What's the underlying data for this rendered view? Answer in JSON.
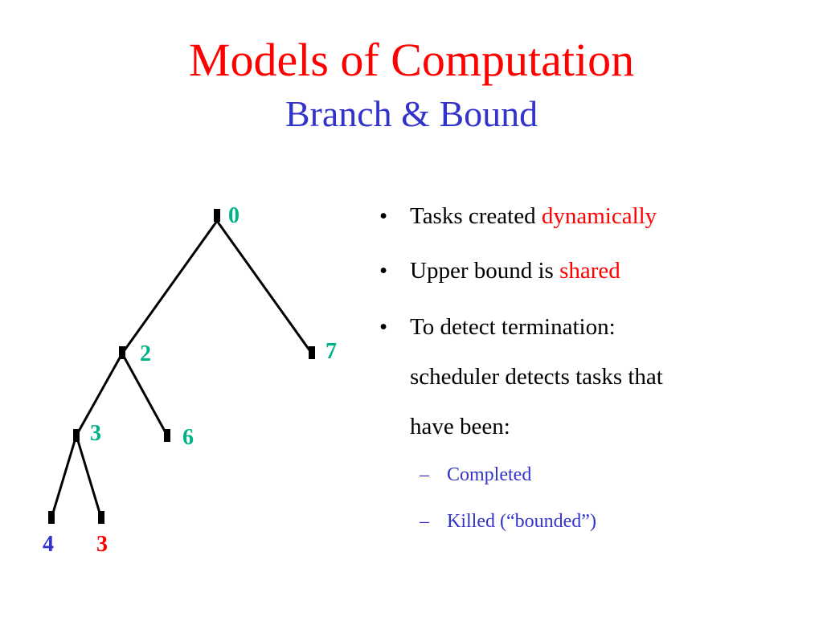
{
  "slide": {
    "title": "Models of Computation",
    "subtitle": "Branch & Bound"
  },
  "tree": {
    "nodes": [
      {
        "id": "n0",
        "label": "0",
        "color": "#00b386"
      },
      {
        "id": "n2",
        "label": "2",
        "color": "#00b386"
      },
      {
        "id": "n7",
        "label": "7",
        "color": "#00b386"
      },
      {
        "id": "n3",
        "label": "3",
        "color": "#00b386"
      },
      {
        "id": "n6",
        "label": "6",
        "color": "#00b386"
      },
      {
        "id": "n4",
        "label": "4",
        "color": "#3333cc"
      },
      {
        "id": "n3b",
        "label": "3",
        "color": "#ff0000"
      }
    ],
    "edges": [
      [
        "n0",
        "n2"
      ],
      [
        "n0",
        "n7"
      ],
      [
        "n2",
        "n3"
      ],
      [
        "n2",
        "n6"
      ],
      [
        "n3",
        "n4"
      ],
      [
        "n3",
        "n3b"
      ]
    ]
  },
  "bullets": [
    {
      "marker": "•",
      "text": "Tasks created ",
      "highlight": "dynamically"
    },
    {
      "marker": "•",
      "text": "Upper bound is ",
      "highlight": "shared"
    },
    {
      "marker": "•",
      "line1": "To detect termination:",
      "line2": "scheduler detects tasks that",
      "line3": "have been:"
    }
  ],
  "sub_bullets": [
    {
      "marker": "–",
      "text": "Completed"
    },
    {
      "marker": "–",
      "text": "Killed (“bounded”)"
    }
  ],
  "colors": {
    "title": "#ff0000",
    "subtitle": "#3333cc",
    "highlight": "#ff0000",
    "sub_bullet": "#3333cc"
  }
}
